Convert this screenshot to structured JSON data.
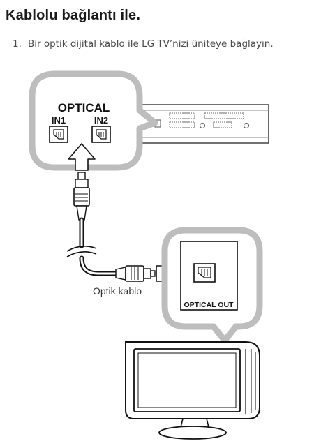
{
  "heading": "Kablolu bağlantı ile.",
  "instruction": {
    "number": "1.",
    "text": "Bir optik dijital kablo ile LG TV’nizi üniteye bağlayın."
  },
  "unit_panel": {
    "title": "OPTICAL",
    "port_1": "IN1",
    "port_2": "IN2"
  },
  "cable_label": "Optik kablo",
  "tv_port_label": "OPTICAL OUT"
}
